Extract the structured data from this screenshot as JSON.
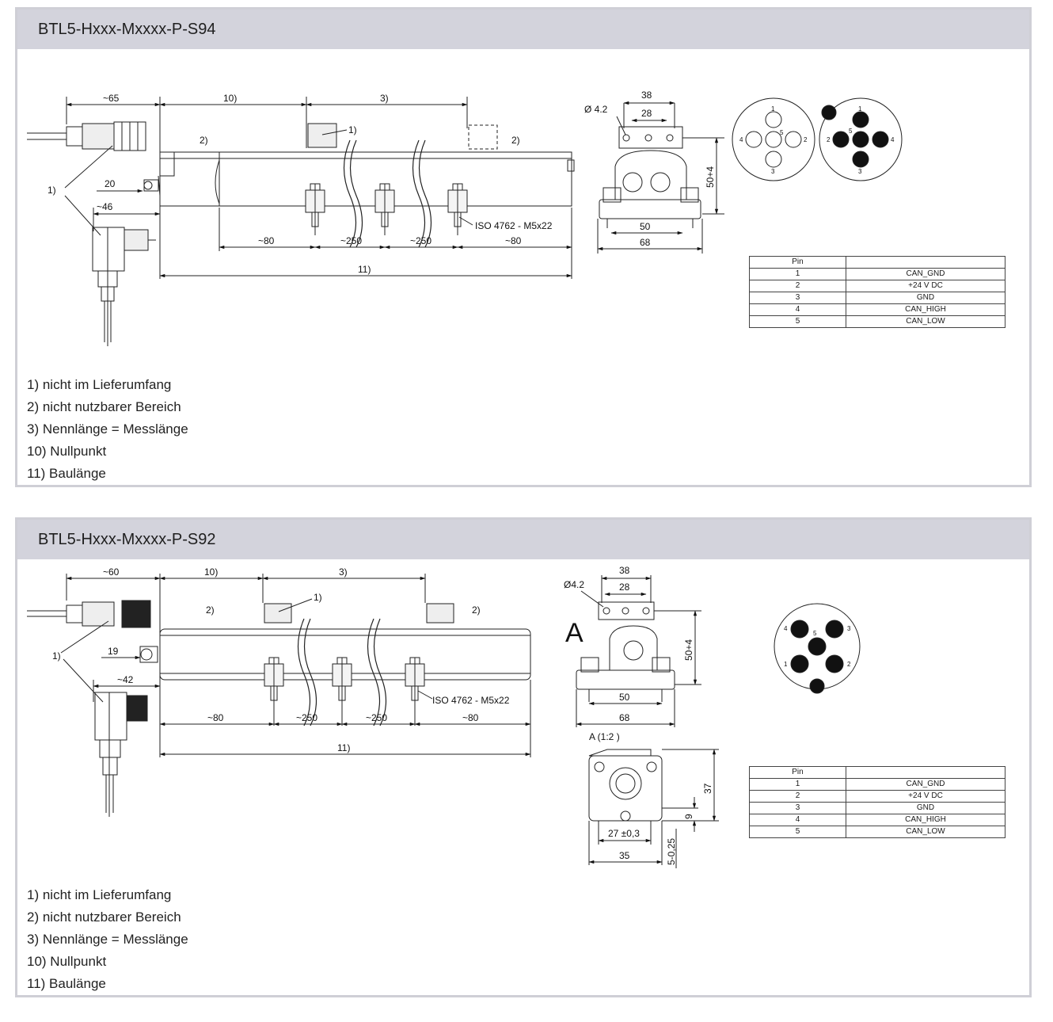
{
  "panels": [
    {
      "title": "BTL5-Hxxx-Mxxxx-P-S94",
      "dims": {
        "cable_len": "~65",
        "d10": "10)",
        "d3": "3)",
        "d20": "20",
        "d46": "~46",
        "n1": "1)",
        "n1b": "1)",
        "n2a": "2)",
        "n2b": "2)",
        "m80a": "~80",
        "m250a": "~250",
        "m250b": "~250",
        "m80b": "~80",
        "d11": "11)",
        "iso": "ISO 4762 - M5x22",
        "phi": "Ø 4.2",
        "d38": "38",
        "d28": "28",
        "d50h": "50+4",
        "d50": "50",
        "d68": "68"
      },
      "connector_left": {
        "p1": "1",
        "p2": "2",
        "p3": "3",
        "p4": "4",
        "p5": "5"
      },
      "connector_right": {
        "p1": "1",
        "p2": "2",
        "p3": "3",
        "p4": "4",
        "p5": "5"
      },
      "pin_table": {
        "header": [
          "Pin",
          ""
        ],
        "rows": [
          [
            "1",
            "CAN_GND"
          ],
          [
            "2",
            "+24 V DC"
          ],
          [
            "3",
            "GND"
          ],
          [
            "4",
            "CAN_HIGH"
          ],
          [
            "5",
            "CAN_LOW"
          ]
        ]
      },
      "notes": [
        "1) nicht im Lieferumfang",
        "2) nicht nutzbarer Bereich",
        "3) Nennlänge = Messlänge",
        "10) Nullpunkt",
        "11) Baulänge"
      ]
    },
    {
      "title": "BTL5-Hxxx-Mxxxx-P-S92",
      "dims": {
        "cable_len": "~60",
        "d10": "10)",
        "d3": "3)",
        "d19": "19",
        "d42": "~42",
        "n1": "1)",
        "n1b": "1)",
        "n2a": "2)",
        "n2b": "2)",
        "m80a": "~80",
        "m250a": "~250",
        "m250b": "~250",
        "m80b": "~80",
        "d11": "11)",
        "iso": "ISO 4762 - M5x22",
        "phi": "Ø4.2",
        "d38": "38",
        "d28": "28",
        "d50h": "50+4",
        "d50": "50",
        "d68": "68",
        "view_a": "A",
        "detail_a": "A (1:2  )",
        "d37": "37",
        "d9": "9",
        "d27": "27 ±0,3",
        "d35": "35",
        "d5": "5-0,25"
      },
      "connector": {
        "p1": "1",
        "p2": "2",
        "p3": "3",
        "p4": "4",
        "p5": "5"
      },
      "pin_table": {
        "header": [
          "Pin",
          ""
        ],
        "rows": [
          [
            "1",
            "CAN_GND"
          ],
          [
            "2",
            "+24 V DC"
          ],
          [
            "3",
            "GND"
          ],
          [
            "4",
            "CAN_HIGH"
          ],
          [
            "5",
            "CAN_LOW"
          ]
        ]
      },
      "notes": [
        "1) nicht im Lieferumfang",
        "2) nicht nutzbarer Bereich",
        "3) Nennlänge = Messlänge",
        "10) Nullpunkt",
        "11) Baulänge"
      ]
    }
  ]
}
